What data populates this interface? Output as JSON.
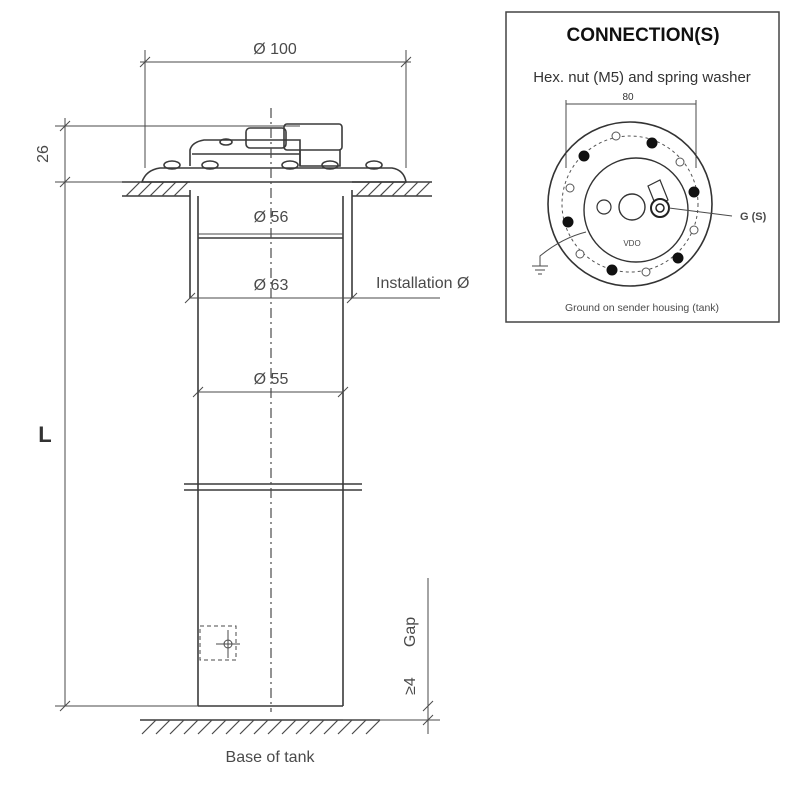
{
  "labels": {
    "dia_top": "Ø 100",
    "height_flange": "26",
    "dia_56": "Ø 56",
    "dia_63": "Ø 63",
    "installation": "Installation Ø",
    "dia_55": "Ø 55",
    "length": "L",
    "gap_value": "≥4",
    "gap_word": "Gap",
    "base": "Base of tank"
  },
  "connection": {
    "title": "CONNECTION(S)",
    "subtitle": "Hex. nut (M5) and spring washer",
    "circle_dim": "80",
    "brand": "VDO",
    "terminal": "G (S)",
    "ground_note": "Ground on sender housing (tank)"
  }
}
